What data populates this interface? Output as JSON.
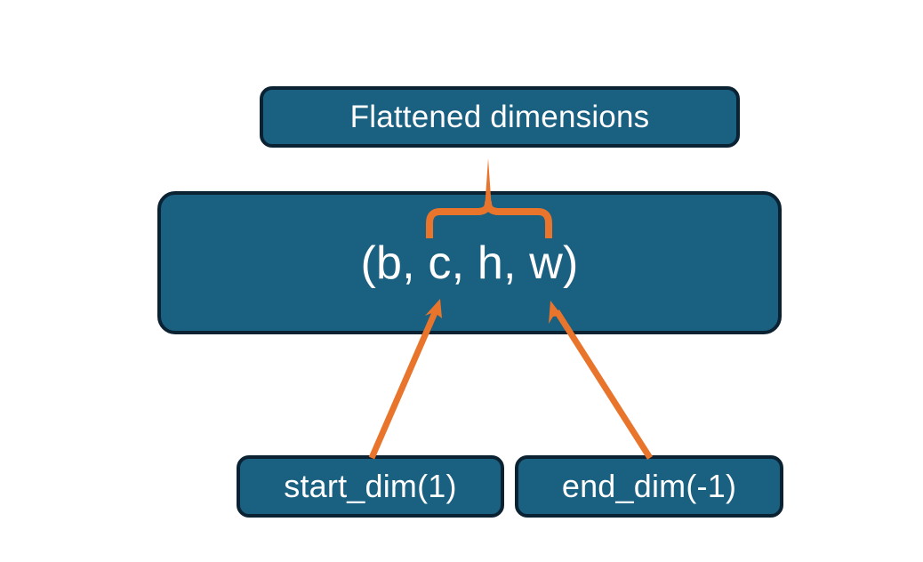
{
  "diagram": {
    "title": "Flatten operation dimension diagram",
    "colors": {
      "box_fill": "#1A6080",
      "box_border": "#0B2233",
      "connector": "#E8752B",
      "text": "#FFFFFF",
      "background": "#FFFFFF"
    },
    "nodes": [
      {
        "id": "flattened",
        "label": "Flattened dimensions",
        "role": "annotation-box"
      },
      {
        "id": "shape",
        "label": "(b, c, h, w)",
        "role": "tensor-shape-box"
      },
      {
        "id": "start_dim",
        "label": "start_dim(1)",
        "role": "parameter-box"
      },
      {
        "id": "end_dim",
        "label": "end_dim(-1)",
        "role": "parameter-box"
      }
    ],
    "connectors": [
      {
        "id": "brace",
        "type": "curly-brace",
        "from": "flattened",
        "to": "shape",
        "spans": "c, h, w"
      },
      {
        "id": "arrow-start-dim",
        "type": "arrow",
        "from": "start_dim",
        "to": "shape",
        "points_at": "c"
      },
      {
        "id": "arrow-end-dim",
        "type": "arrow",
        "from": "end_dim",
        "to": "shape",
        "points_at": "w"
      }
    ]
  }
}
